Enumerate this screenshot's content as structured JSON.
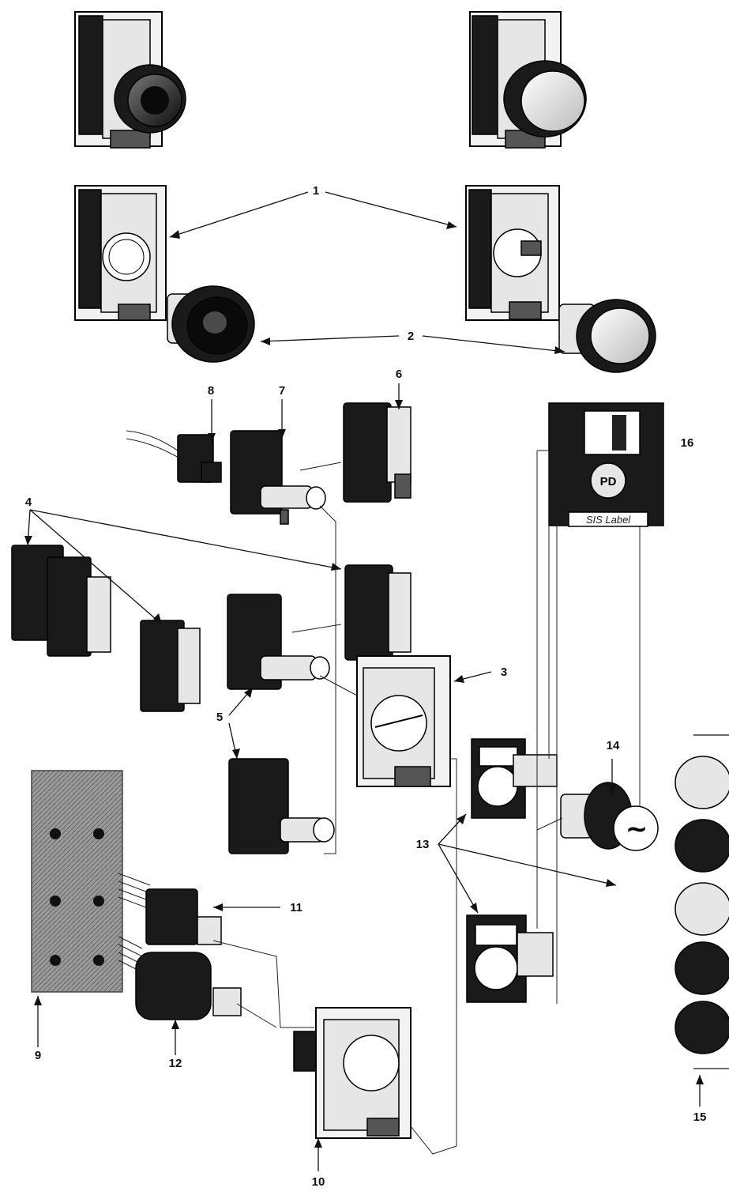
{
  "diagram": {
    "callouts": {
      "c1": "1",
      "c2": "2",
      "c3": "3",
      "c4": "4",
      "c5": "5",
      "c6": "6",
      "c7": "7",
      "c8": "8",
      "c9": "9",
      "c10": "10",
      "c11": "11",
      "c12": "12",
      "c13": "13",
      "c14": "14",
      "c15": "15",
      "c16": "16"
    },
    "disk_label": "SIS Label",
    "disk_logo": "PD",
    "ac_symbol": "~"
  },
  "colors": {
    "ink": "#111111",
    "body_dark": "#1a1a1a",
    "body_light": "#e6e6e6",
    "background": "#ffffff"
  }
}
